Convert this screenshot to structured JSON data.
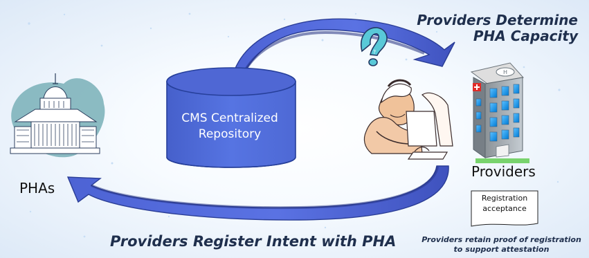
{
  "diagram": {
    "top_caption": "Providers Determine PHA Capacity",
    "bottom_caption": "Providers Register Intent with PHA",
    "repository": "CMS Centralized Repository",
    "phas": "PHAs",
    "providers": "Providers",
    "acceptance": "Registration acceptance",
    "proof_note": "Providers retain proof of registration to support attestation",
    "question_mark": "?"
  }
}
